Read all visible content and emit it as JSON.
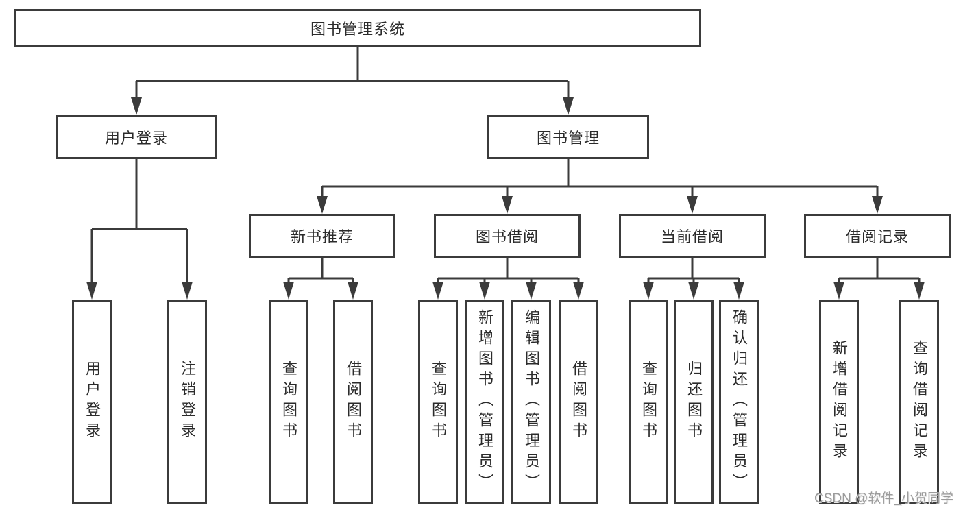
{
  "diagram": {
    "title": "图书管理系统",
    "level2": {
      "user_login": "用户登录",
      "book_management": "图书管理"
    },
    "level3": {
      "new_book_recommend": "新书推荐",
      "book_borrowing": "图书借阅",
      "current_borrowing": "当前借阅",
      "borrowing_records": "借阅记录"
    },
    "leaves": {
      "user_login": "用户登录",
      "logout": "注销登录",
      "recommend_query_books": "查询图书",
      "recommend_borrow_books": "借阅图书",
      "borrowing_query_books": "查询图书",
      "borrowing_add_books_admin": "新增图书（管理员）",
      "borrowing_edit_books_admin": "编辑图书（管理员）",
      "borrowing_borrow_books": "借阅图书",
      "current_query_books": "查询图书",
      "current_return_books": "归还图书",
      "current_confirm_return_admin": "确认归还（管理员）",
      "records_add_record": "新增借阅记录",
      "records_query_record": "查询借阅记录"
    },
    "watermark": "CSDN @软件_小贺同学",
    "colors": {
      "line": "#3b3b3b",
      "text": "#2b2b2b",
      "watermark": "#9b9b9b",
      "background": "#ffffff"
    }
  }
}
